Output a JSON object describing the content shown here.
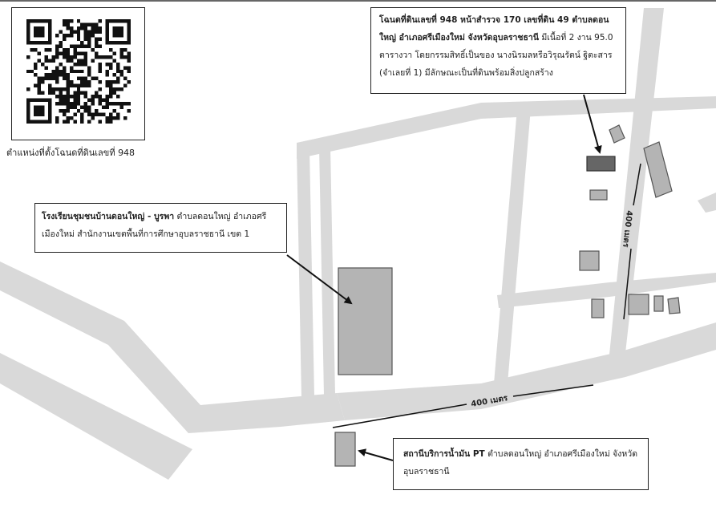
{
  "qr": {
    "caption": "ตำแหน่งที่ตั้งโฉนดที่ดินเลขที่ 948"
  },
  "callouts": {
    "land": {
      "title": "โฉนดที่ดินเลขที่ 948 หน้าสำรวจ 170 เลขที่ดิน 49 ตำบลดอนใหญ่ อำเภอศรีเมืองใหม่ จังหวัดอุบลราชธานี",
      "body": " มีเนื้อที่ 2 งาน 95.0 ตารางวา โดยกรรมสิทธิ์เป็นของ นางนิรมลหรือวิรุณรัตน์ ฐิตะสาร (จำเลยที่ 1) มีลักษณะเป็นที่ดินพร้อมสิ่งปลูกสร้าง"
    },
    "school": {
      "title": "โรงเรียนชุมชนบ้านดอนใหญ่ - บูรพา",
      "body": " ตำบลดอนใหญ่ อำเภอศรีเมืองใหม่ สำนักงานเขตพื้นที่การศึกษาอุบลราชธานี เขต 1"
    },
    "station": {
      "title": "สถานีบริการน้ำมัน PT",
      "body": " ตำบลดอนใหญ่ อำเภอศรีเมืองใหม่ จังหวัดอุบลราชธานี"
    }
  },
  "distances": {
    "vertical": "400 เมตร",
    "horizontal": "400 เมตร"
  },
  "colors": {
    "road": "#d9d9d9",
    "building": "#b4b4b4",
    "target_building": "#666666"
  }
}
